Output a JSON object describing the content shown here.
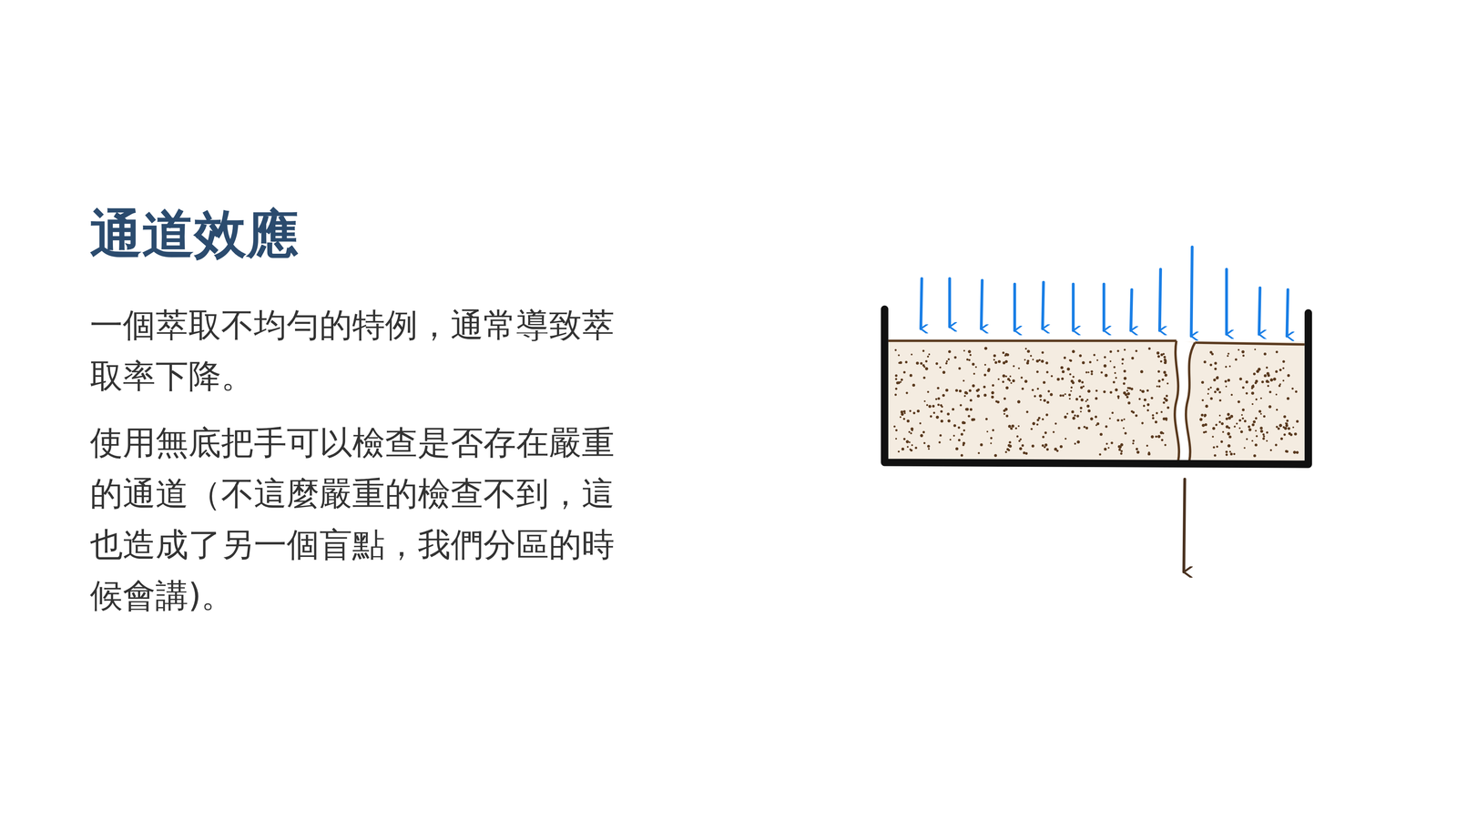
{
  "diagram": {
    "title": "通道效應",
    "labels": [
      "一個萃取不均勻的特例，通常導致萃取率下降。",
      "使用無底把手可以檢查是否存在嚴重的通道（不這麼嚴重的檢查不到，這也造成了另一個盲點，我們分區的時候會講)。"
    ]
  }
}
